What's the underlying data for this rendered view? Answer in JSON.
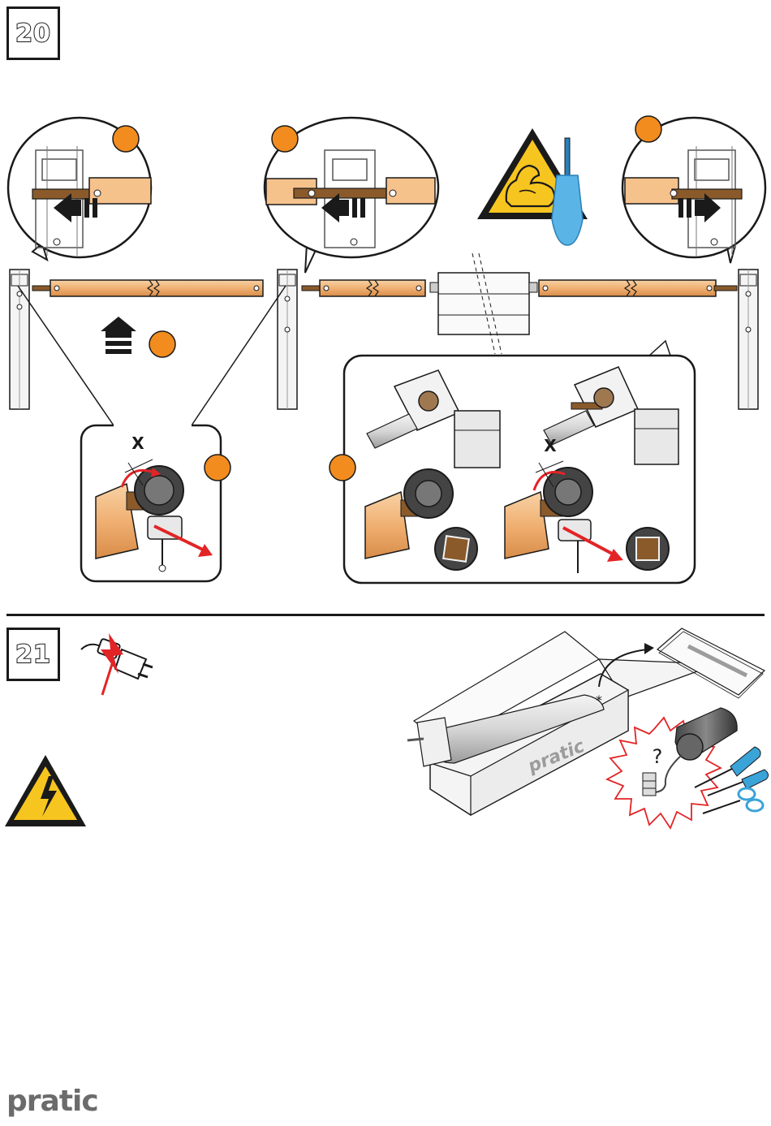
{
  "steps": [
    {
      "number": "20"
    },
    {
      "number": "21"
    }
  ],
  "marks": {
    "angle_label_left": "X",
    "angle_label_right": "X",
    "unknown_wiring": "?",
    "carton_brand": "pratic",
    "carton_asterisk": "*"
  },
  "footer": {
    "brand": "pratic"
  },
  "colors": {
    "callout_orange": "#f28c1f",
    "tube_beige": "#f6c28c",
    "warning_yellow": "#f7c51f",
    "tool_blue": "#3aa3d8",
    "arrow_red": "#e32426",
    "line_dark": "#1a1a1a"
  },
  "icons": [
    "step-badge",
    "callout-marker-orange",
    "strength-warning-icon",
    "screwdriver-icon",
    "electric-hazard-icon",
    "unplug-icon",
    "scissors-icon",
    "instruction-booklet-icon",
    "push-up-arrow-icon",
    "push-left-arrow-icon",
    "push-right-arrow-icon"
  ]
}
